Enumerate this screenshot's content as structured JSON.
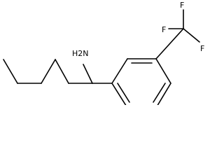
{
  "molecule": {
    "atoms": {
      "amine": "H2N",
      "fluorine_top": "F",
      "fluorine_left": "F",
      "fluorine_right": "F"
    }
  }
}
